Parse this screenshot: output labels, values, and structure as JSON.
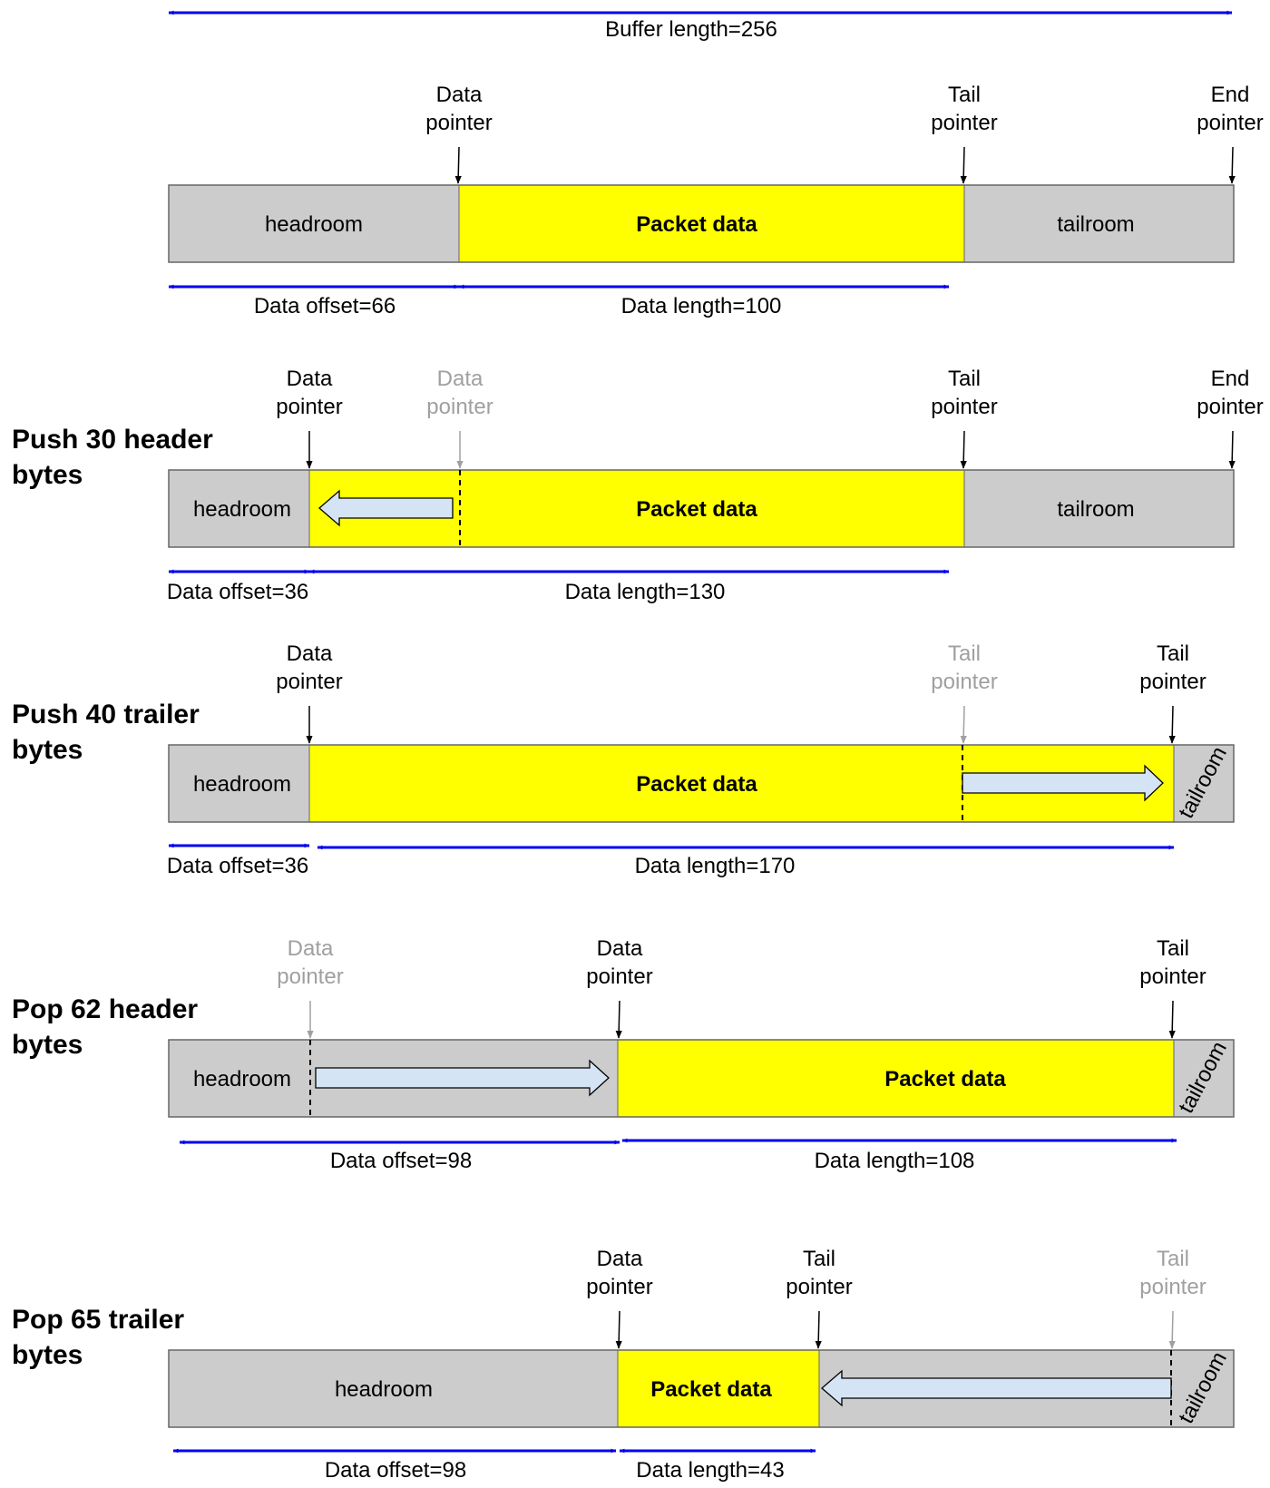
{
  "buffer_label": "Buffer length=256",
  "ptr_words": {
    "data": "Data",
    "tail": "Tail",
    "end": "End",
    "pointer": "pointer"
  },
  "region_labels": {
    "headroom": "headroom",
    "packet": "Packet data",
    "tailroom": "tailroom"
  },
  "colors": {
    "gray": "#cccccc",
    "yellow": "#ffff00",
    "blue": "#0000ee",
    "ghost": "#a0a0a0",
    "shift_arrow": "#d5e4f4"
  },
  "rows": [
    {
      "id": "initial",
      "operation": [],
      "data_offset_label": "Data offset=66",
      "data_length_label": "Data length=100",
      "data_offset": 66,
      "data_length": 100
    },
    {
      "id": "push-header",
      "operation": [
        "Push 30 header",
        "bytes"
      ],
      "data_offset_label": "Data offset=36",
      "data_length_label": "Data length=130",
      "data_offset": 36,
      "data_length": 130
    },
    {
      "id": "push-trailer",
      "operation": [
        "Push 40 trailer",
        "bytes"
      ],
      "data_offset_label": "Data offset=36",
      "data_length_label": "Data length=170",
      "data_offset": 36,
      "data_length": 170
    },
    {
      "id": "pop-header",
      "operation": [
        "Pop 62 header",
        "bytes"
      ],
      "data_offset_label": "Data offset=98",
      "data_length_label": "Data length=108",
      "data_offset": 98,
      "data_length": 108
    },
    {
      "id": "pop-trailer",
      "operation": [
        "Pop 65 trailer",
        "bytes"
      ],
      "data_offset_label": "Data offset=98",
      "data_length_label": "Data length=43",
      "data_offset": 98,
      "data_length": 43
    }
  ]
}
